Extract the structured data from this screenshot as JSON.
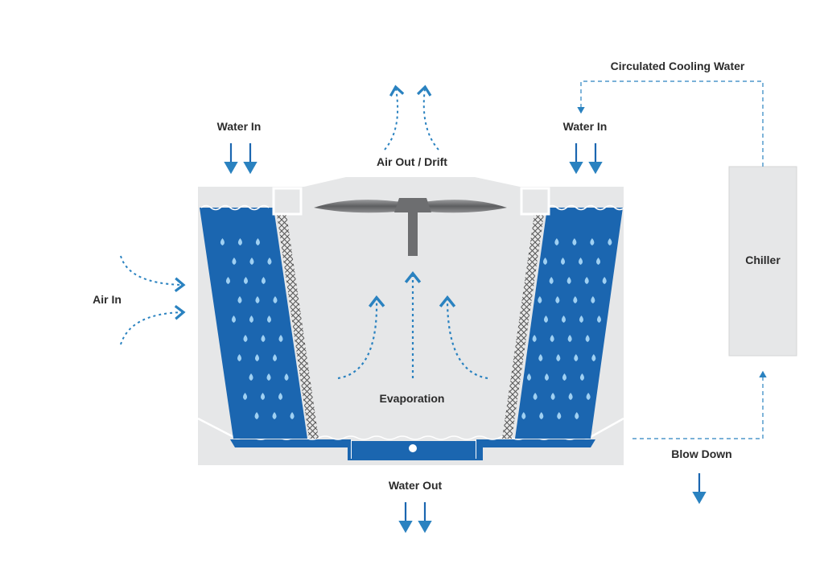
{
  "labels": {
    "water_in_left": "Water In",
    "water_in_right": "Water In",
    "air_out": "Air Out / Drift",
    "air_in": "Air In",
    "evaporation": "Evaporation",
    "water_out": "Water Out",
    "blow_down": "Blow Down",
    "circulated": "Circulated Cooling Water",
    "chiller": "Chiller"
  },
  "colors": {
    "water": "#1b66b0",
    "flow": "#2a82c0",
    "tower": "#e6e7e8",
    "outline": "#c9cacc",
    "mesh": "#5c5c5c",
    "fan": "#6d6e70",
    "text": "#2b2b2b"
  }
}
